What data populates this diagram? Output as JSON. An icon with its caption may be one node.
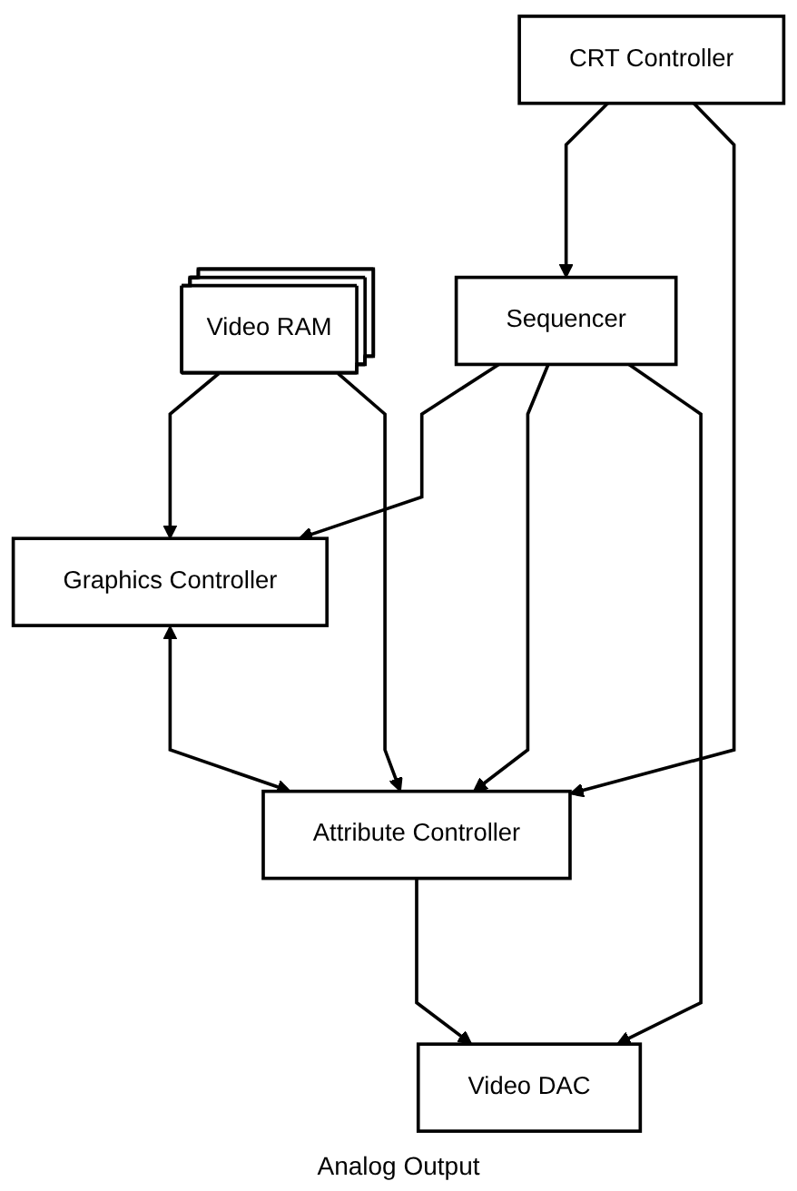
{
  "diagram": {
    "nodes": [
      {
        "text": [
          "Video RAM"
        ]
      },
      {
        "text": [
          "CRT Controller"
        ]
      },
      {
        "text": [
          "Graphics Controller"
        ]
      },
      {
        "text": [
          "Sequencer"
        ]
      },
      {
        "text": [
          "Attribute Controller"
        ]
      },
      {
        "text": [
          "Video DAC"
        ],
        "beside": [
          "Analog Output"
        ]
      }
    ],
    "edges": [
      {
        "from": 0,
        "to": 2,
        "arrow": "to"
      },
      {
        "from": 0,
        "to": 4,
        "arrow": "to"
      },
      {
        "from": 1,
        "to": 3,
        "arrow": "to"
      },
      {
        "from": 1,
        "to": 4,
        "arrow": "to"
      },
      {
        "from": 3,
        "to": 2,
        "arrow": "to"
      },
      {
        "from": 2,
        "to": 4,
        "arrow": "both"
      },
      {
        "from": 3,
        "to": 4,
        "arrow": "to"
      },
      {
        "from": 3,
        "to": 5,
        "arrow": "to"
      },
      {
        "from": 4,
        "to": 5,
        "arrow": "to"
      }
    ]
  }
}
